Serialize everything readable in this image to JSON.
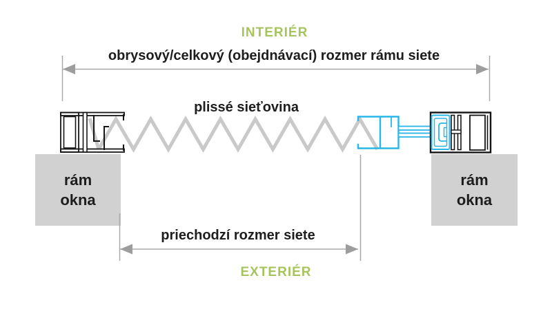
{
  "diagram_title": "plissé screen dimensioning scheme",
  "labels": {
    "interior": "INTERIÉR",
    "exterior": "EXTERIÉR",
    "top_dimension": "obrysový/celkový (obejdnávací) rozmer rámu siete",
    "bottom_dimension": "priechodzí rozmer siete",
    "mesh": "plissé sieťovina",
    "window_frame_left": {
      "line1": "rám",
      "line2": "okna"
    },
    "window_frame_right": {
      "line1": "rám",
      "line2": "okna"
    }
  },
  "colors": {
    "accent_green": "#a6c45e",
    "accent_blue": "#29b5e8",
    "dim_line": "#a8a8a8",
    "arrow": "#9d9d9d",
    "mesh": "#c9c9c9",
    "frame_box_bg": "#d1d1d1",
    "profile_black": "#141414",
    "text": "#1d1d1d"
  }
}
